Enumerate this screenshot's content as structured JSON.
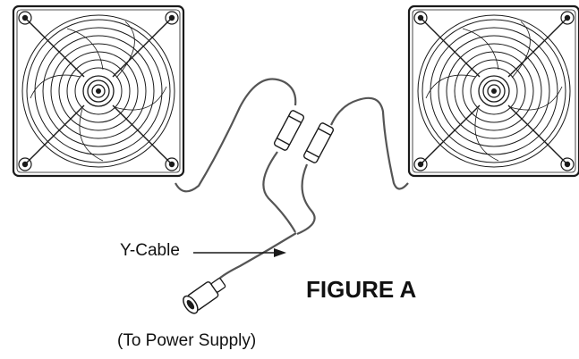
{
  "labels": {
    "y_cable": "Y-Cable",
    "figure_title": "FIGURE A",
    "power_supply": "(To Power Supply)"
  },
  "components": {
    "left_fan": "fan-icon",
    "right_fan": "fan-icon",
    "cable": "y-cable",
    "plug": "dc-barrel-plug-icon"
  },
  "colors": {
    "line": "#1a1a1a",
    "cable": "#555555",
    "background": "#ffffff"
  }
}
